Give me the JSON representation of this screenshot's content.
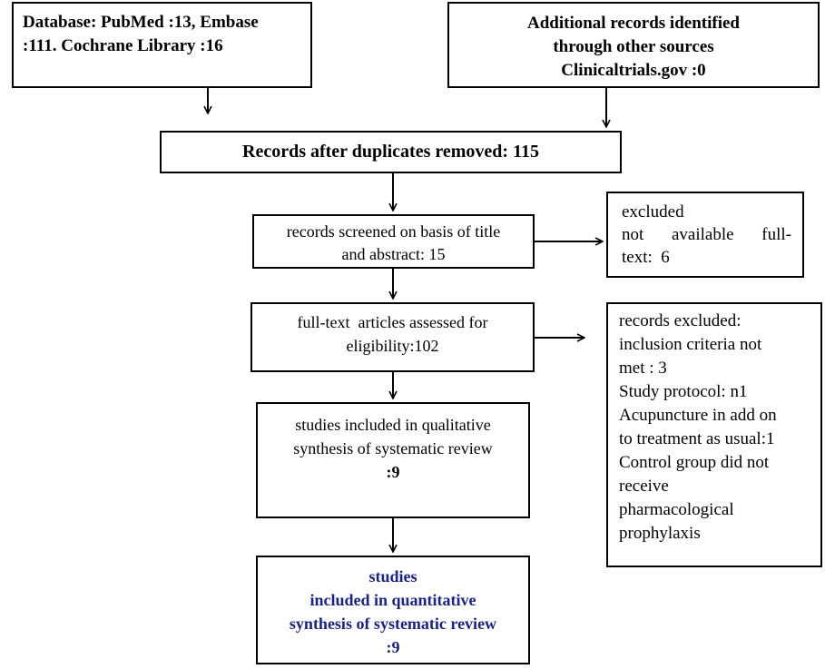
{
  "boxes": {
    "database": {
      "lines": [
        "Database: PubMed :13, Embase",
        ":111. Cochrane Library :16"
      ]
    },
    "additional": {
      "lines": [
        "Additional records identified",
        "through other sources",
        "Clinicaltrials.gov :0"
      ]
    },
    "duplicates_removed": {
      "text": "Records after duplicates removed: 115"
    },
    "screened": {
      "lines": [
        "records screened on basis of title",
        "and abstract: 15"
      ]
    },
    "excluded_not_available": {
      "line1": "excluded",
      "line2_words": [
        "not",
        "available",
        "full-"
      ],
      "line3": "text:  6"
    },
    "full_text_assessed": {
      "lines": [
        "full-text  articles assessed for",
        "eligibility:102"
      ]
    },
    "records_excluded": {
      "lines": [
        "records excluded:",
        "inclusion criteria not",
        "met : 3",
        "Study protocol: n1",
        "Acupuncture in add on",
        "to treatment as usual:1",
        "Control group did not",
        "receive",
        "pharmacological",
        "prophylaxis"
      ]
    },
    "qualitative": {
      "lines": [
        "studies included in qualitative",
        "synthesis of systematic review"
      ],
      "count": ":9"
    },
    "quantitative": {
      "lines": [
        "studies",
        "included in quantitative",
        "synthesis of systematic review",
        ":9"
      ]
    }
  },
  "colors": {
    "border": "#000000",
    "quantitative_text": "#1a237e"
  }
}
